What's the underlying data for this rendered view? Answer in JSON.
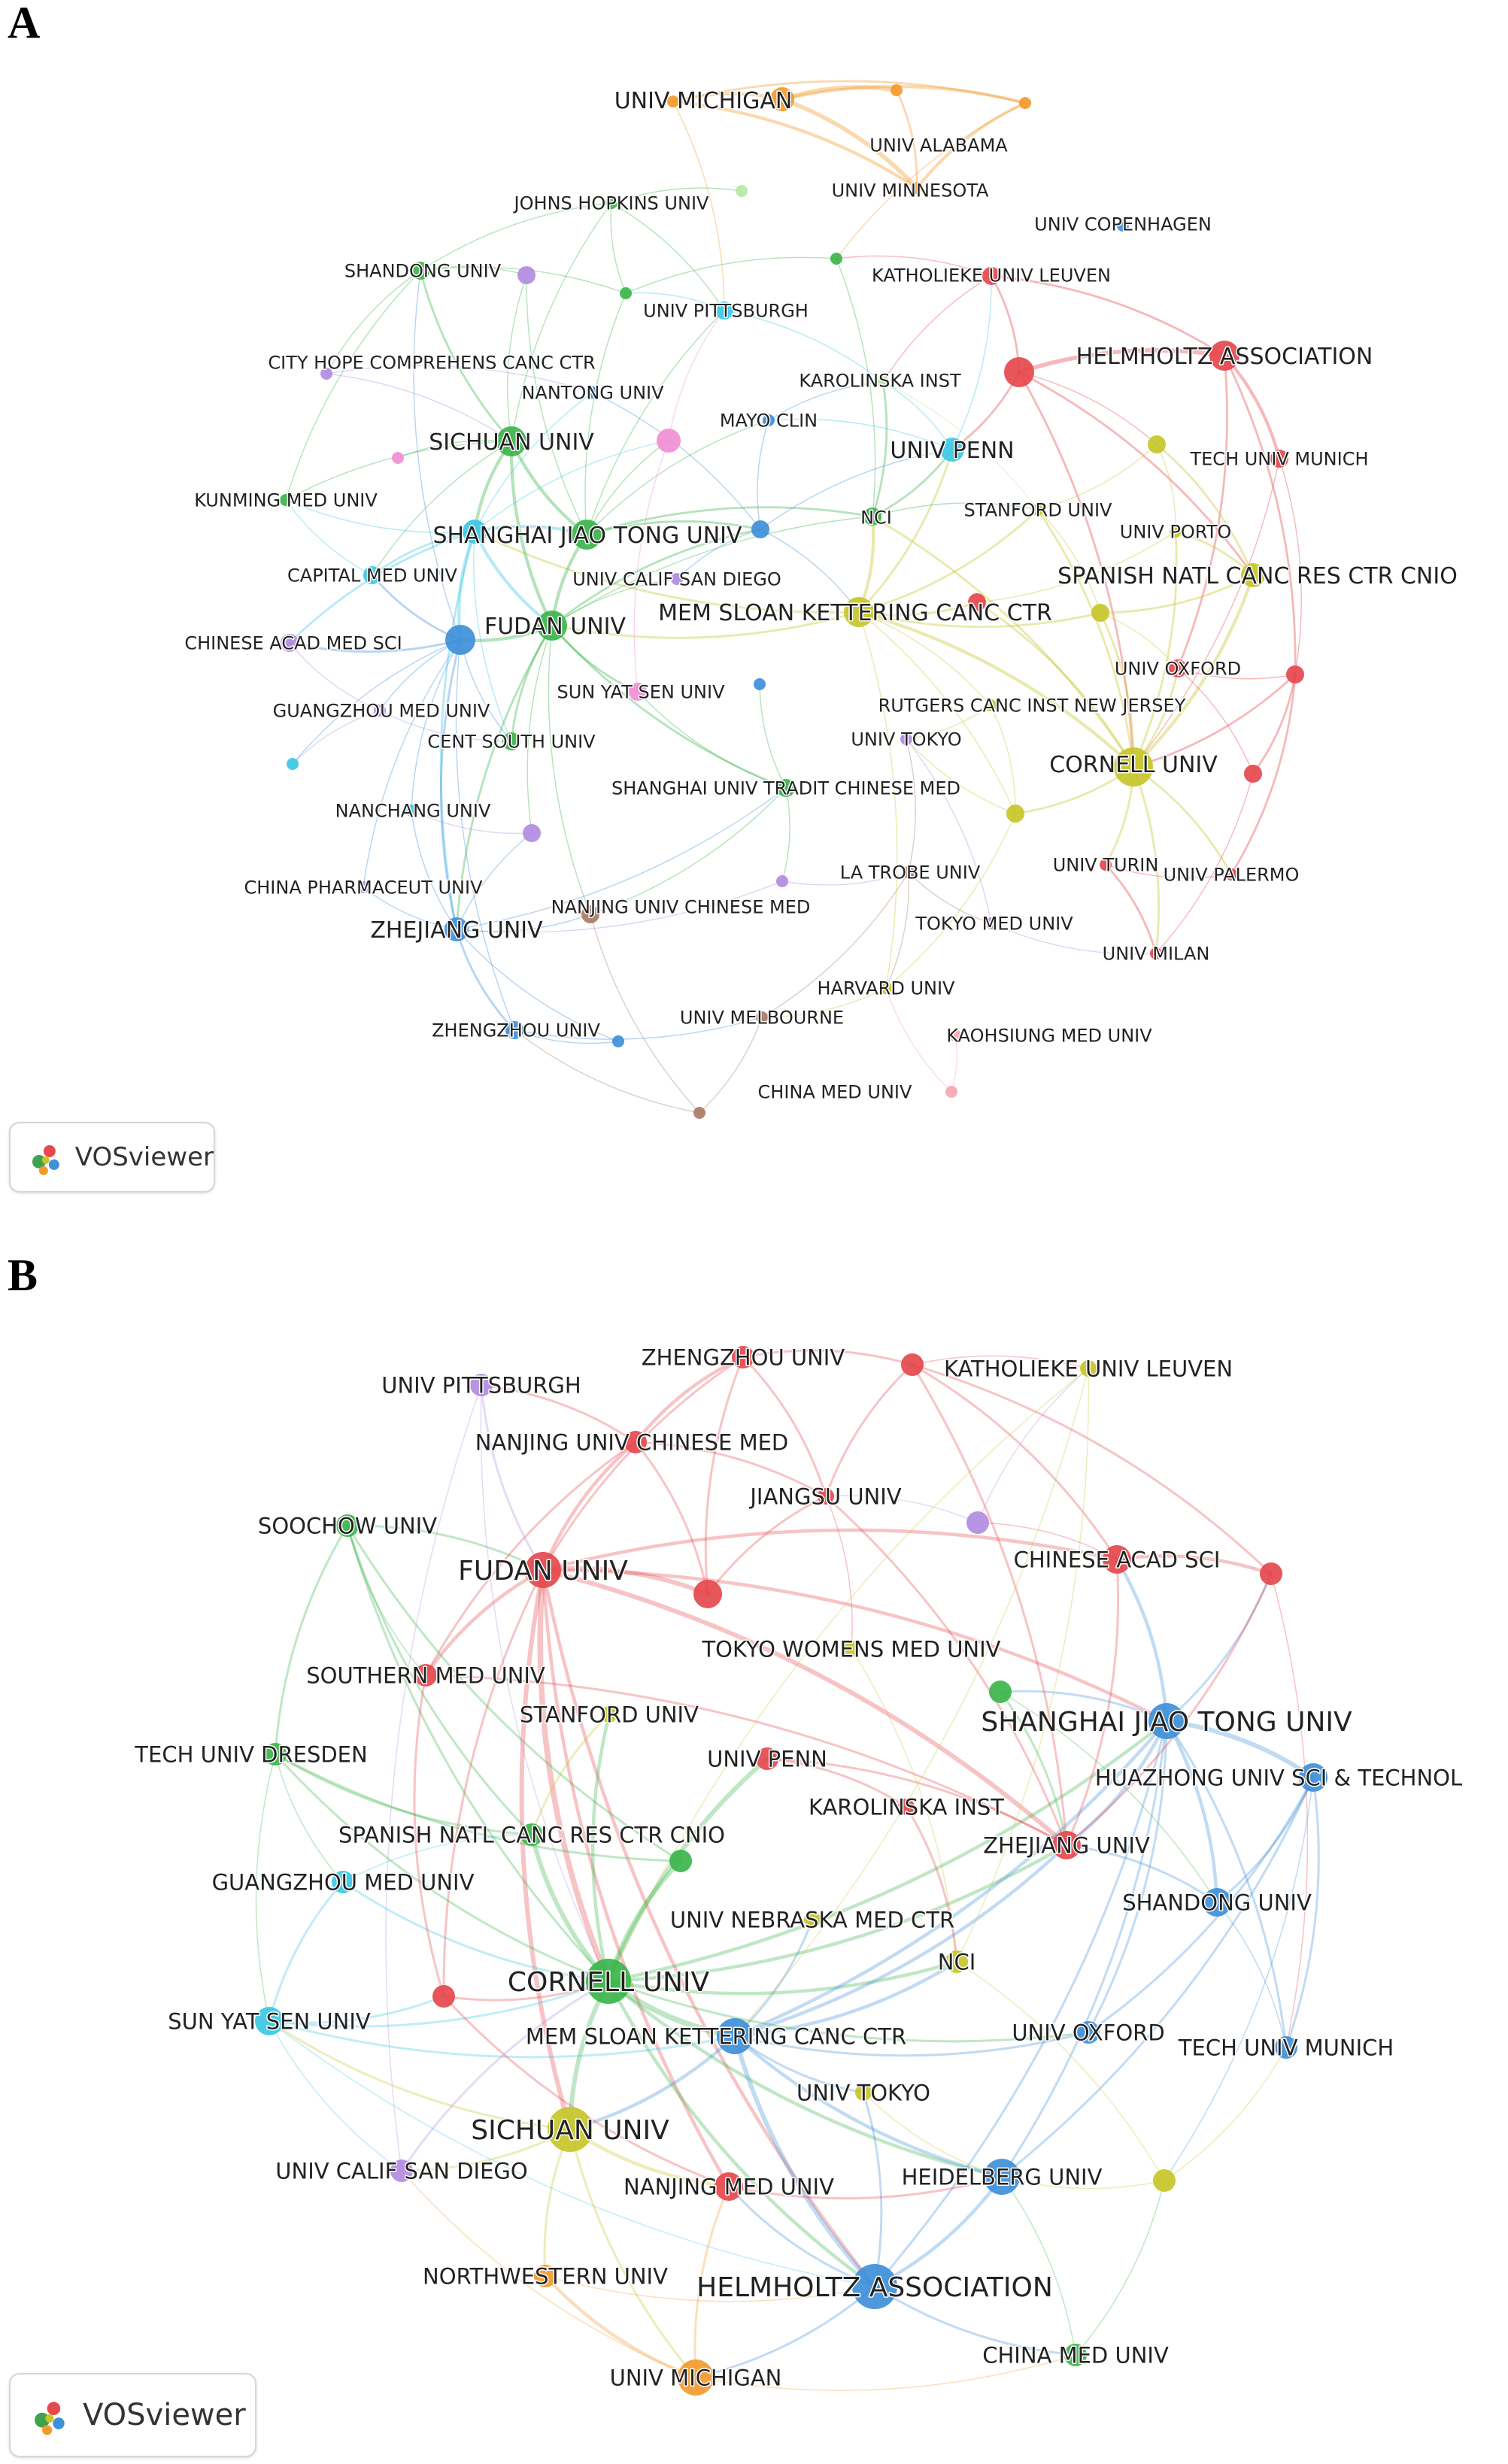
{
  "panels": [
    {
      "letter": "A",
      "logo_text": "VOSviewer",
      "palette": {
        "red": "#e5484d",
        "green": "#3bb54a",
        "blue": "#3f8fd9",
        "yellow": "#c6c52a",
        "purple": "#b28be0",
        "cyan": "#3cc8e4",
        "orange": "#f39a2e",
        "brown": "#a97b66",
        "pink": "#f08fd6",
        "lightpink": "#f7a6b2",
        "lightgreen": "#b6e8a4"
      },
      "nodes": [
        {
          "id": "umich",
          "label": "UNIV MICHIGAN",
          "c": "orange",
          "s": 3
        },
        {
          "id": "ualabama",
          "label": "UNIV ALABAMA",
          "c": "orange",
          "s": 1
        },
        {
          "id": "uminn",
          "label": "UNIV MINNESOTA",
          "c": "orange",
          "s": 1
        },
        {
          "id": "o1",
          "label": "",
          "c": "orange",
          "s": 1
        },
        {
          "id": "o2",
          "label": "",
          "c": "orange",
          "s": 1
        },
        {
          "id": "jhu",
          "label": "JOHNS HOPKINS UNIV",
          "c": "green",
          "s": 1
        },
        {
          "id": "lg1",
          "label": "",
          "c": "lightgreen",
          "s": 1
        },
        {
          "id": "ucph",
          "label": "UNIV COPENHAGEN",
          "c": "blue",
          "s": 1
        },
        {
          "id": "shandong",
          "label": "SHANDONG UNIV",
          "c": "green",
          "s": 2
        },
        {
          "id": "p1",
          "label": "",
          "c": "purple",
          "s": 2
        },
        {
          "id": "ku",
          "label": "KATHOLIEKE UNIV LEUVEN",
          "c": "red",
          "s": 2
        },
        {
          "id": "g1",
          "label": "",
          "c": "green",
          "s": 1
        },
        {
          "id": "g2",
          "label": "",
          "c": "green",
          "s": 1
        },
        {
          "id": "upitt",
          "label": "UNIV PITTSBURGH",
          "c": "cyan",
          "s": 2
        },
        {
          "id": "cityhope",
          "label": "CITY HOPE COMPREHENS CANC CTR",
          "c": "purple",
          "s": 1
        },
        {
          "id": "helm",
          "label": "HELMHOLTZ ASSOCIATION",
          "c": "red",
          "s": 4
        },
        {
          "id": "r1",
          "label": "",
          "c": "red",
          "s": 4
        },
        {
          "id": "nantong",
          "label": "NANTONG UNIV",
          "c": "blue",
          "s": 1
        },
        {
          "id": "karol",
          "label": "KAROLINSKA INST",
          "c": "lightgreen",
          "s": 1
        },
        {
          "id": "mayo",
          "label": "MAYO CLIN",
          "c": "blue",
          "s": 1
        },
        {
          "id": "sichuan",
          "label": "SICHUAN UNIV",
          "c": "green",
          "s": 4
        },
        {
          "id": "pk1",
          "label": "",
          "c": "pink",
          "s": 3
        },
        {
          "id": "pk2",
          "label": "",
          "c": "pink",
          "s": 1
        },
        {
          "id": "upenn",
          "label": "UNIV PENN",
          "c": "cyan",
          "s": 3
        },
        {
          "id": "tum",
          "label": "TECH UNIV MUNICH",
          "c": "red",
          "s": 2
        },
        {
          "id": "y1",
          "label": "",
          "c": "yellow",
          "s": 2
        },
        {
          "id": "kunming",
          "label": "KUNMING MED UNIV",
          "c": "green",
          "s": 1
        },
        {
          "id": "sjtu",
          "label": "SHANGHAI JIAO TONG UNIV",
          "c": "cyan",
          "s": 3
        },
        {
          "id": "g3",
          "label": "",
          "c": "green",
          "s": 4
        },
        {
          "id": "nci",
          "label": "NCI",
          "c": "green",
          "s": 2
        },
        {
          "id": "stanford",
          "label": "STANFORD UNIV",
          "c": "yellow",
          "s": 1
        },
        {
          "id": "uporto",
          "label": "UNIV PORTO",
          "c": "yellow",
          "s": 1
        },
        {
          "id": "ucsd",
          "label": "UNIV CALIF SAN DIEGO",
          "c": "purple",
          "s": 1
        },
        {
          "id": "b1",
          "label": "",
          "c": "blue",
          "s": 2
        },
        {
          "id": "cnio",
          "label": "SPANISH NATL CANC RES CTR CNIO",
          "c": "yellow",
          "s": 3
        },
        {
          "id": "capital",
          "label": "CAPITAL MED UNIV",
          "c": "cyan",
          "s": 2
        },
        {
          "id": "fudan",
          "label": "FUDAN UNIV",
          "c": "green",
          "s": 4
        },
        {
          "id": "mskcc",
          "label": "MEM SLOAN KETTERING CANC CTR",
          "c": "yellow",
          "s": 4
        },
        {
          "id": "r2",
          "label": "",
          "c": "red",
          "s": 2
        },
        {
          "id": "y2",
          "label": "",
          "c": "yellow",
          "s": 2
        },
        {
          "id": "cams",
          "label": "CHINESE ACAD MED SCI",
          "c": "purple",
          "s": 2
        },
        {
          "id": "b2",
          "label": "",
          "c": "blue",
          "s": 4
        },
        {
          "id": "oxford",
          "label": "UNIV OXFORD",
          "c": "red",
          "s": 2
        },
        {
          "id": "r3",
          "label": "",
          "c": "red",
          "s": 2
        },
        {
          "id": "sysu",
          "label": "SUN YAT SEN UNIV",
          "c": "pink",
          "s": 2
        },
        {
          "id": "b3",
          "label": "",
          "c": "blue",
          "s": 1
        },
        {
          "id": "gzmu",
          "label": "GUANGZHOU MED UNIV",
          "c": "purple",
          "s": 1
        },
        {
          "id": "rutgers",
          "label": "RUTGERS CANC INST NEW JERSEY",
          "c": "yellow",
          "s": 1
        },
        {
          "id": "c1",
          "label": "",
          "c": "cyan",
          "s": 1
        },
        {
          "id": "csu",
          "label": "CENT SOUTH UNIV",
          "c": "green",
          "s": 2
        },
        {
          "id": "utokyo",
          "label": "UNIV TOKYO",
          "c": "purple",
          "s": 1
        },
        {
          "id": "cornell",
          "label": "CORNELL UNIV",
          "c": "yellow",
          "s": 5
        },
        {
          "id": "r4",
          "label": "",
          "c": "red",
          "s": 2
        },
        {
          "id": "shutcm",
          "label": "SHANGHAI UNIV TRADIT CHINESE MED",
          "c": "green",
          "s": 2
        },
        {
          "id": "y3",
          "label": "",
          "c": "yellow",
          "s": 2
        },
        {
          "id": "nanchang",
          "label": "NANCHANG UNIV",
          "c": "cyan",
          "s": 1
        },
        {
          "id": "p2",
          "label": "",
          "c": "purple",
          "s": 2
        },
        {
          "id": "latrobe",
          "label": "LA TROBE UNIV",
          "c": "brown",
          "s": 1
        },
        {
          "id": "uturin",
          "label": "UNIV TURIN",
          "c": "red",
          "s": 1
        },
        {
          "id": "palermo",
          "label": "UNIV PALERMO",
          "c": "red",
          "s": 1
        },
        {
          "id": "p3",
          "label": "",
          "c": "purple",
          "s": 1
        },
        {
          "id": "cpu",
          "label": "CHINA PHARMACEUT UNIV",
          "c": "purple",
          "s": 1
        },
        {
          "id": "njucm",
          "label": "NANJING UNIV CHINESE MED",
          "c": "brown",
          "s": 2
        },
        {
          "id": "zju",
          "label": "ZHEJIANG UNIV",
          "c": "blue",
          "s": 3
        },
        {
          "id": "tokyomed",
          "label": "TOKYO MED UNIV",
          "c": "purple",
          "s": 1
        },
        {
          "id": "umilan",
          "label": "UNIV MILAN",
          "c": "red",
          "s": 1
        },
        {
          "id": "harvard",
          "label": "HARVARD UNIV",
          "c": "yellow",
          "s": 1
        },
        {
          "id": "melb",
          "label": "UNIV MELBOURNE",
          "c": "brown",
          "s": 1
        },
        {
          "id": "zzu",
          "label": "ZHENGZHOU UNIV",
          "c": "blue",
          "s": 2
        },
        {
          "id": "b4",
          "label": "",
          "c": "blue",
          "s": 1
        },
        {
          "id": "kmu",
          "label": "KAOHSIUNG MED UNIV",
          "c": "lightpink",
          "s": 1
        },
        {
          "id": "cmu",
          "label": "CHINA MED UNIV",
          "c": "lightpink",
          "s": 1
        },
        {
          "id": "br1",
          "label": "",
          "c": "brown",
          "s": 1
        }
      ]
    },
    {
      "letter": "B",
      "logo_text": "VOSviewer",
      "palette": {
        "red": "#e5484d",
        "green": "#3bb54a",
        "blue": "#3f8fd9",
        "yellow": "#c6c52a",
        "purple": "#b28be0",
        "cyan": "#3cc8e4",
        "orange": "#f39a2e"
      },
      "nodes": [
        {
          "id": "zzu",
          "label": "ZHENGZHOU UNIV",
          "c": "red",
          "s": 2
        },
        {
          "id": "r1",
          "label": "",
          "c": "red",
          "s": 2
        },
        {
          "id": "ku",
          "label": "KATHOLIEKE UNIV LEUVEN",
          "c": "yellow",
          "s": 1
        },
        {
          "id": "upitt",
          "label": "UNIV PITTSBURGH",
          "c": "purple",
          "s": 2
        },
        {
          "id": "njucm",
          "label": "NANJING UNIV CHINESE MED",
          "c": "red",
          "s": 2
        },
        {
          "id": "jiangsu",
          "label": "JIANGSU UNIV",
          "c": "red",
          "s": 1
        },
        {
          "id": "soochow",
          "label": "SOOCHOW UNIV",
          "c": "green",
          "s": 2
        },
        {
          "id": "p1",
          "label": "",
          "c": "purple",
          "s": 2
        },
        {
          "id": "fudan",
          "label": "FUDAN UNIV",
          "c": "red",
          "s": 4
        },
        {
          "id": "r2",
          "label": "",
          "c": "red",
          "s": 3
        },
        {
          "id": "cas",
          "label": "CHINESE ACAD SCI",
          "c": "red",
          "s": 3
        },
        {
          "id": "r3",
          "label": "",
          "c": "red",
          "s": 2
        },
        {
          "id": "twmu",
          "label": "TOKYO WOMENS MED UNIV",
          "c": "yellow",
          "s": 1
        },
        {
          "id": "smu",
          "label": "SOUTHERN MED UNIV",
          "c": "red",
          "s": 2
        },
        {
          "id": "g1",
          "label": "",
          "c": "green",
          "s": 2
        },
        {
          "id": "sjtu",
          "label": "SHANGHAI JIAO TONG UNIV",
          "c": "blue",
          "s": 4
        },
        {
          "id": "stanford",
          "label": "STANFORD UNIV",
          "c": "yellow",
          "s": 1
        },
        {
          "id": "tud",
          "label": "TECH UNIV DRESDEN",
          "c": "green",
          "s": 2
        },
        {
          "id": "upenn",
          "label": "UNIV PENN",
          "c": "red",
          "s": 2
        },
        {
          "id": "hust",
          "label": "HUAZHONG UNIV SCI & TECHNOL",
          "c": "blue",
          "s": 3
        },
        {
          "id": "karol",
          "label": "KAROLINSKA INST",
          "c": "red",
          "s": 1
        },
        {
          "id": "zju",
          "label": "ZHEJIANG UNIV",
          "c": "red",
          "s": 3
        },
        {
          "id": "cnio",
          "label": "SPANISH NATL CANC RES CTR CNIO",
          "c": "green",
          "s": 2
        },
        {
          "id": "g2",
          "label": "",
          "c": "green",
          "s": 2
        },
        {
          "id": "gzmu",
          "label": "GUANGZHOU MED UNIV",
          "c": "cyan",
          "s": 2
        },
        {
          "id": "shandong",
          "label": "SHANDONG UNIV",
          "c": "blue",
          "s": 3
        },
        {
          "id": "unmc",
          "label": "UNIV NEBRASKA MED CTR",
          "c": "yellow",
          "s": 1
        },
        {
          "id": "nci",
          "label": "NCI",
          "c": "yellow",
          "s": 2
        },
        {
          "id": "cornell",
          "label": "CORNELL UNIV",
          "c": "green",
          "s": 5
        },
        {
          "id": "r4",
          "label": "",
          "c": "red",
          "s": 2
        },
        {
          "id": "sysu",
          "label": "SUN YAT SEN UNIV",
          "c": "cyan",
          "s": 3
        },
        {
          "id": "mskcc",
          "label": "MEM SLOAN KETTERING CANC CTR",
          "c": "blue",
          "s": 4
        },
        {
          "id": "oxford",
          "label": "UNIV OXFORD",
          "c": "blue",
          "s": 2
        },
        {
          "id": "tum",
          "label": "TECH UNIV MUNICH",
          "c": "blue",
          "s": 2
        },
        {
          "id": "utokyo",
          "label": "UNIV TOKYO",
          "c": "yellow",
          "s": 1
        },
        {
          "id": "sichuan",
          "label": "SICHUAN UNIV",
          "c": "yellow",
          "s": 5
        },
        {
          "id": "ucsd",
          "label": "UNIV CALIF SAN DIEGO",
          "c": "purple",
          "s": 2
        },
        {
          "id": "njmu",
          "label": "NANJING MED UNIV",
          "c": "red",
          "s": 3
        },
        {
          "id": "heid",
          "label": "HEIDELBERG UNIV",
          "c": "blue",
          "s": 4
        },
        {
          "id": "y1",
          "label": "",
          "c": "yellow",
          "s": 2
        },
        {
          "id": "nwu",
          "label": "NORTHWESTERN UNIV",
          "c": "orange",
          "s": 2
        },
        {
          "id": "helm",
          "label": "HELMHOLTZ ASSOCIATION",
          "c": "blue",
          "s": 5
        },
        {
          "id": "cmu",
          "label": "CHINA MED UNIV",
          "c": "green",
          "s": 2
        },
        {
          "id": "umich",
          "label": "UNIV MICHIGAN",
          "c": "orange",
          "s": 4
        }
      ]
    }
  ]
}
